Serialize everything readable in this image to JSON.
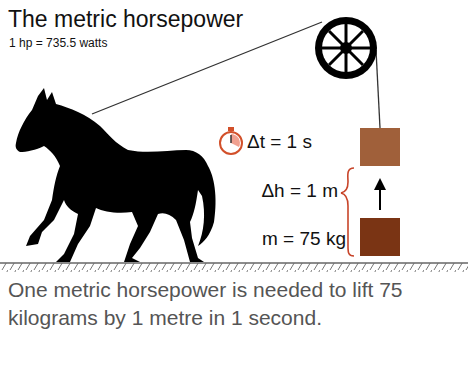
{
  "diagram": {
    "title": "The metric horsepower",
    "caption": "One metric horsepower is needed to lift 75 kilograms by 1 metre in 1 second.",
    "labels": [
      "1 hp = 735.5 watts",
      "Δt = 1 s",
      "Δh = 1 m",
      "m = 75 kg"
    ]
  }
}
